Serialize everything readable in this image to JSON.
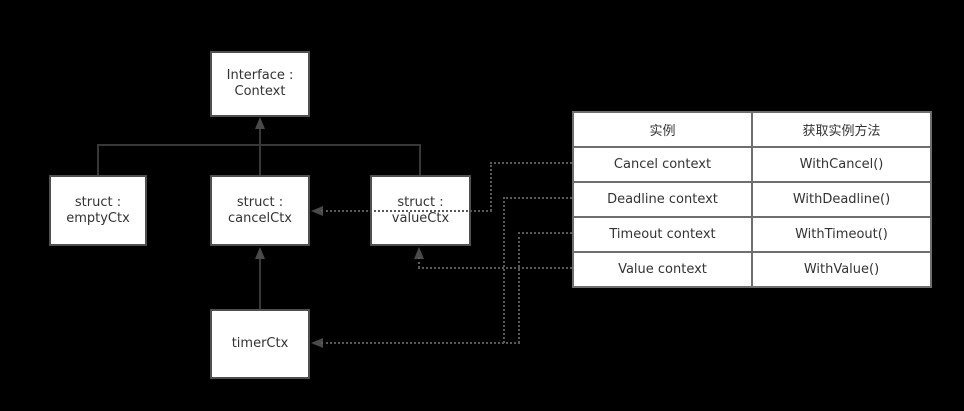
{
  "colors": {
    "background": "#000000",
    "node_fill": "#ffffff",
    "node_border": "#4f4f4f",
    "text": "#333333",
    "solid_line": "#383838",
    "dotted_line": "#5a5a5a",
    "table_border": "#6e6e6e"
  },
  "nodes": {
    "context": {
      "line1": "Interface :",
      "line2": "Context"
    },
    "emptyCtx": {
      "line1": "struct :",
      "line2": "emptyCtx"
    },
    "cancelCtx": {
      "line1": "struct :",
      "line2": "cancelCtx"
    },
    "valueCtx": {
      "line1": "struct :",
      "line2": "valueCtx"
    },
    "timerCtx": {
      "line1": "timerCtx"
    }
  },
  "table": {
    "headers": {
      "instance": "实例",
      "method": "获取实例方法"
    },
    "rows": [
      {
        "instance": "Cancel context",
        "method": "WithCancel()"
      },
      {
        "instance": "Deadline context",
        "method": "WithDeadline()"
      },
      {
        "instance": "Timeout context",
        "method": "WithTimeout()"
      },
      {
        "instance": "Value context",
        "method": "WithValue()"
      }
    ]
  }
}
